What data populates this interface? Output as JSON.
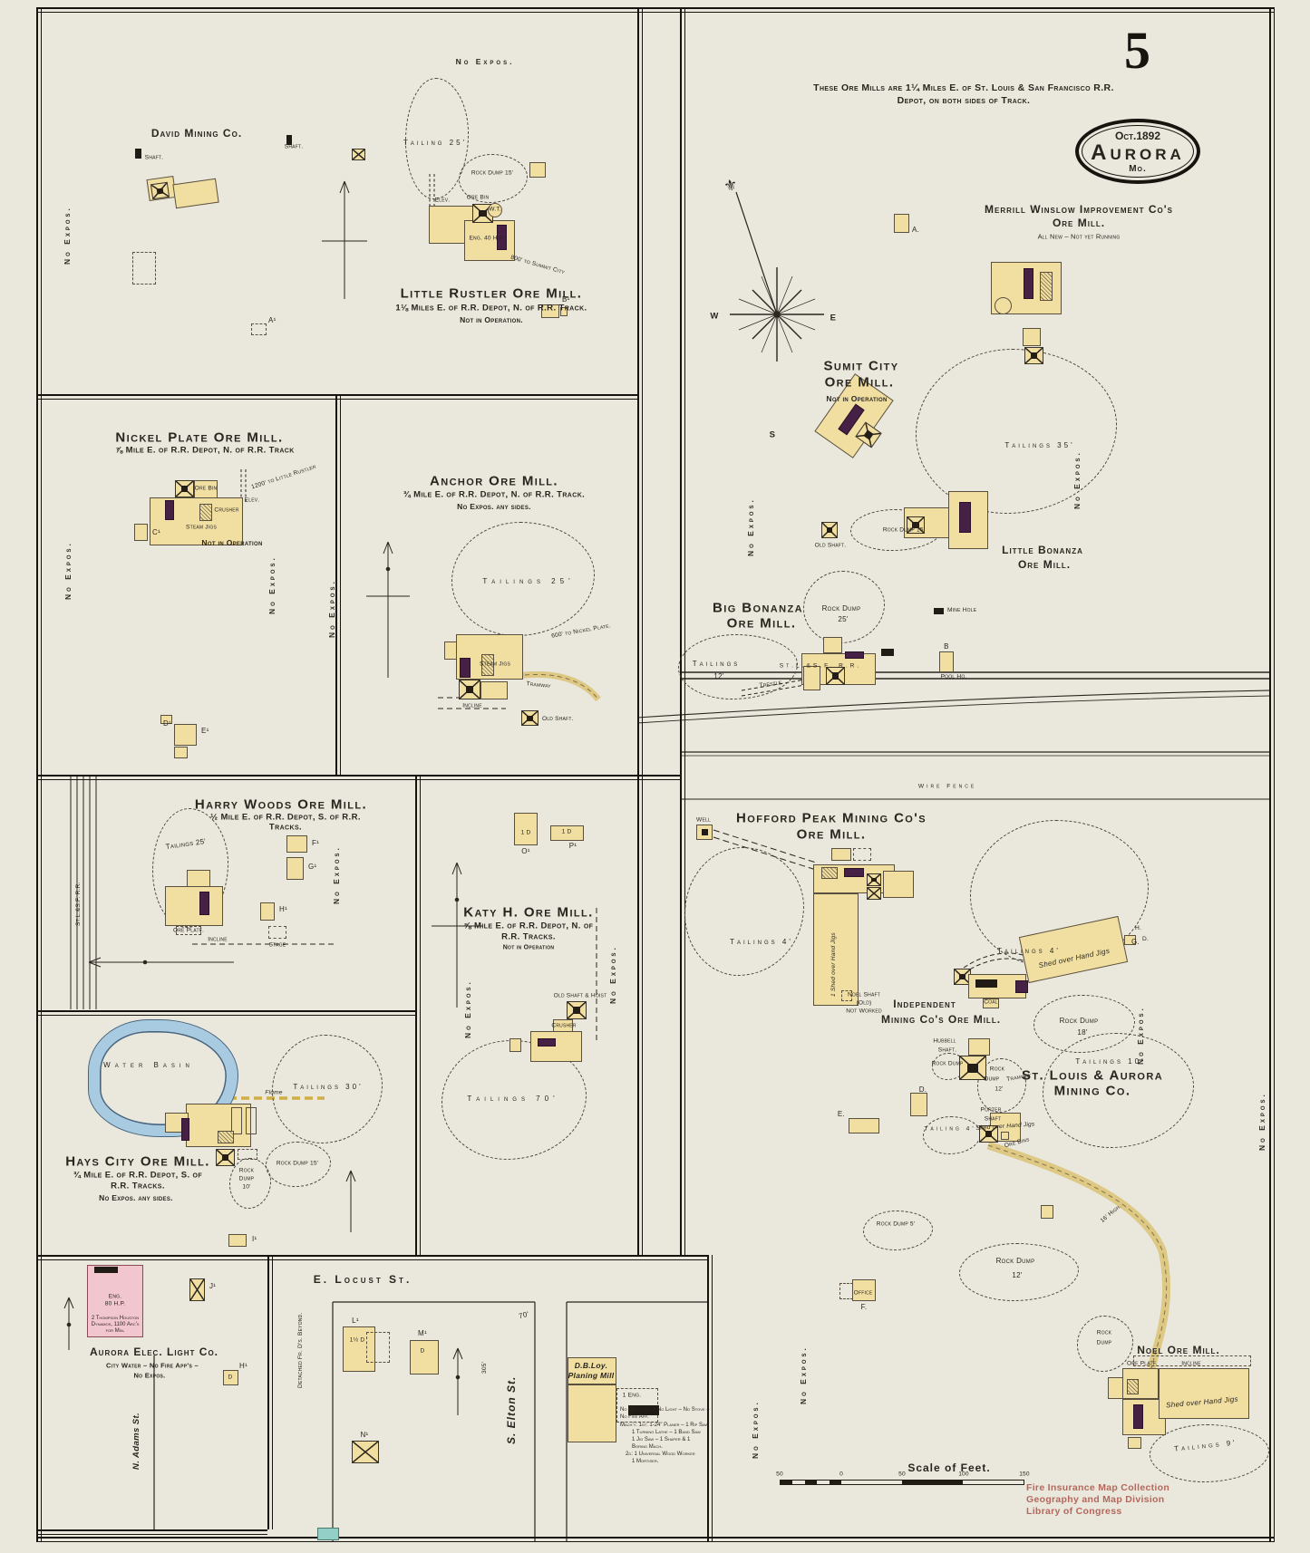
{
  "page": {
    "number": "5",
    "header1": "These Ore Mills are 1¼ Miles E. of St. Louis & San Francisco R.R.",
    "header2": "Depot, on both sides of Track.",
    "seal_date": "Oct.1892",
    "seal_city": "Aurora",
    "seal_state": "Mo.",
    "scale_label": "Scale of Feet.",
    "scale_ticks": [
      "50",
      "0",
      "50",
      "100",
      "150"
    ],
    "credit": [
      "Fire Insurance Map Collection",
      "Geography and Map Division",
      "Library of Congress"
    ]
  },
  "common": {
    "no_expos": "No Expos.",
    "not_in_operation": "Not in Operation",
    "old_shaft": "Old Shaft.",
    "shaft": "Shaft.",
    "incline": "Incline",
    "tramway": "Tramway",
    "railroad": "St.L.&S.F. R.R.",
    "shed_jigs": "Shed over Hand Jigs",
    "shed_jigs1": "1 Shed over Hand Jigs",
    "rock_dump": "Rock Dump",
    "wire_fence": "Wire Fence",
    "well": "Well",
    "trestle": "Trestle",
    "mine_hole": "Mine Hole",
    "pool": "Pool Ho.",
    "coal": "Coal",
    "crusher": "Crusher",
    "ore_bin": "Ore Bin",
    "steam_jigs": "Steam Jigs",
    "wt": "W.T.",
    "elev": "Elev.",
    "stage": "Stage",
    "flume": "Flume",
    "office": "Office",
    "one_d": "1 D"
  },
  "compass": {
    "w": "W",
    "e": "E",
    "s": "S"
  },
  "david": {
    "title": "David Mining Co."
  },
  "rustler": {
    "title": "Little Rustler Ore Mill.",
    "sub": "1⅛ Miles E. of R.R. Depot, N. of R.R. Track.",
    "note": "Not in Operation.",
    "tailing": "Tailing 25'",
    "rock": "Rock Dump 15'",
    "to_summit": "800' to Summit City",
    "eng": "Eng. 40 H.P.",
    "a1": "A¹",
    "b1": "B¹"
  },
  "nickel": {
    "title": "Nickel Plate Ore Mill.",
    "sub": "⅞ Mile E. of R.R. Depot, N. of R.R. Track",
    "to_rustler": "1200' to Little Rustler",
    "c1": "C¹",
    "d1": "D¹",
    "e1": "E¹"
  },
  "anchor": {
    "title": "Anchor Ore Mill.",
    "sub": "¾ Mile E. of R.R. Depot, N. of R.R. Track.",
    "note": "No Expos. any sides.",
    "tailings": "Tailings 25'",
    "to_nickel": "600' to Nickel Plate."
  },
  "harry": {
    "title": "Harry Woods Ore Mill.",
    "sub": "½ Mile E. of R.R. Depot, S. of R.R.",
    "sub2": "Tracks.",
    "tailings": "Tailings 25'",
    "ore_platf": "Ore Platf.",
    "f1": "F¹",
    "g1": "G¹",
    "h1": "H¹"
  },
  "katy": {
    "title": "Katy H. Ore Mill.",
    "sub": "⅝ Mile E. of R.R. Depot, N. of",
    "sub2": "R.R. Tracks.",
    "tailings": "Tailings 70'",
    "old_shaft_hoist": "Old Shaft & Hoist",
    "o1": "O¹",
    "p1": "P¹"
  },
  "hays": {
    "title": "Hays City Ore Mill.",
    "sub": "¾ Mile E. of R.R. Depot, S. of",
    "sub2": "R.R. Tracks.",
    "note": "No Expos. any sides.",
    "water": "Water Basin",
    "tailings": "Tailings 30'",
    "rock15": "Rock Dump 15'",
    "rock10_1": "Rock",
    "rock10_2": "Dump",
    "rock10_3": "10'",
    "i1": "I¹"
  },
  "elec": {
    "title": "Aurora Elec. Light Co.",
    "note1": "City Water – No Fire App's –",
    "note2": "No Expos.",
    "street": "N. Adams St.",
    "eng": "Eng.",
    "hp": "80 H.P.",
    "dyn1": "2 Thompson Houston",
    "dyn2": "Dynamos, 1100 Arc's",
    "dyn3": "for Min.",
    "j1": "J¹",
    "h1": "H¹",
    "d": "D"
  },
  "locust": {
    "street": "E. Locust St.",
    "elton": "S. Elton St.",
    "detached": "Detached Fr. D's. Beyond.",
    "dim70": "70'",
    "dim305": "305'",
    "l1": "L¹",
    "m1": "M¹",
    "n1": "N¹",
    "half_d": "1½ D",
    "d": "D"
  },
  "loy": {
    "name1": "D.B.Loy.",
    "name2": "Planing Mill",
    "eng": "1 Eng.",
    "n1": "No Watchman – No Light – No Stove –",
    "n2": "No Fire App.",
    "n3": "Mach'y: 1st: 1-24\" Planer – 1 Rip Saw",
    "n4": "1 Turning Lathe – 1 Band Saw",
    "n5": "1 Jig Saw – 1 Shaper & 1",
    "n6": "Boring Mach.",
    "n7": "2d: 1 Universal Wood Worker",
    "n8": "1 Mortiser."
  },
  "merrill": {
    "t1": "Merrill Winslow Improvement Co's",
    "t2": "Ore Mill.",
    "note": "All New – Not yet Running",
    "a": "A."
  },
  "sumit": {
    "t1": "Sumit City",
    "t2": "Ore Mill.",
    "tailings": "Tailings 35'",
    "rock": "Rock Dump 15'"
  },
  "lbon": {
    "t1": "Little Bonanza",
    "t2": "Ore Mill."
  },
  "bbon": {
    "t1": "Big Bonanza",
    "t2": "Ore Mill.",
    "rock1": "Rock Dump",
    "rock2": "25'",
    "tail1": "Tailings",
    "tail2": "12'",
    "b": "B"
  },
  "hofford": {
    "t1": "Hofford Peak Mining Co's",
    "t2": "Ore Mill.",
    "tailings": "Tailings 4'"
  },
  "indep": {
    "t1": "Independent",
    "t2": "Mining Co's Ore Mill.",
    "g": "G.",
    "rock1": "Rock Dump",
    "rock2": "18'"
  },
  "stl": {
    "t1": "St. Louis & Aurora",
    "t2": "Mining Co.",
    "hubbell1": "Hubbell",
    "hubbell2": "Shaft.",
    "noel1": "Noel Shaft",
    "noel2": "(Old)",
    "noel3": "Not Worked",
    "tail4": "Tailing 4'",
    "tail10": "Tailings 10'",
    "porter1": "Porter",
    "porter2": "Shaft",
    "ore_bins": "Ore Bins",
    "high": "16' High.",
    "rock5": "Rock Dump 5'",
    "rock12_1": "Rock",
    "rock12_2": "Dump",
    "rock12_3": "12'",
    "rockd": "Rock Dump",
    "d": "D.",
    "e": "E.",
    "f": "F.",
    "h": "H."
  },
  "noel": {
    "title": "Noel Ore Mill.",
    "platf": "Ore Platf.",
    "tailings": "Tailings 9'"
  }
}
